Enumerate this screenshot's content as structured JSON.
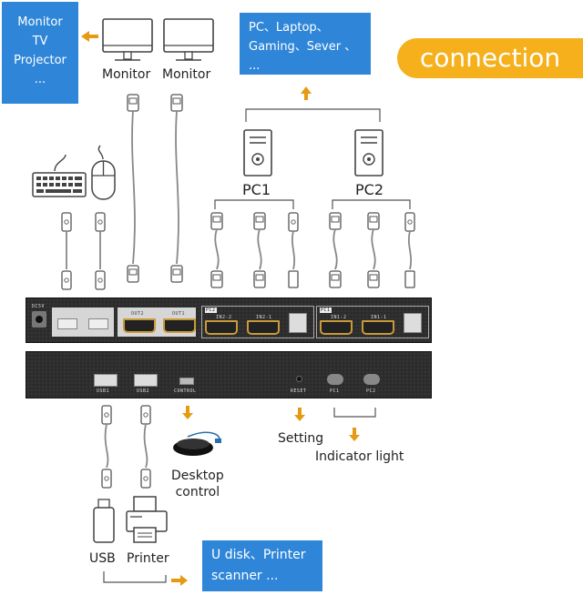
{
  "boxes": {
    "monitor_box": [
      "Monitor",
      "TV",
      "Projector",
      "..."
    ],
    "pc_box": [
      "PC、Laptop、",
      "Gaming、Sever 、",
      "..."
    ],
    "usb_box": [
      "U disk、Printer",
      "scanner ..."
    ]
  },
  "badge": "connection",
  "labels": {
    "monitor_1": "Monitor",
    "monitor_2": "Monitor",
    "pc1": "PC1",
    "pc2": "PC2",
    "setting": "Setting",
    "indicator_light": "Indicator light",
    "desktop_control": [
      "Desktop",
      "control"
    ],
    "usb": "USB",
    "printer": "Printer"
  },
  "panel_labels": {
    "dc": "DC5V",
    "out2": "OUT2",
    "out1": "OUT1",
    "pc2_group": "PC2",
    "pc1_group": "PC1",
    "in2_2": "IN2-2",
    "in2_1": "IN2-1",
    "in1_2": "IN1-2",
    "in1_1": "IN1-1",
    "usb1": "USB1",
    "usb2": "USB2",
    "control": "CONTROL",
    "reset": "RESET",
    "pc1_led": "PC1",
    "pc2_led": "PC2"
  },
  "colors": {
    "blue": "#2f86d8",
    "orange": "#f5b01b",
    "panel": "#2c2c2c",
    "accent_orange": "#e59a12"
  }
}
